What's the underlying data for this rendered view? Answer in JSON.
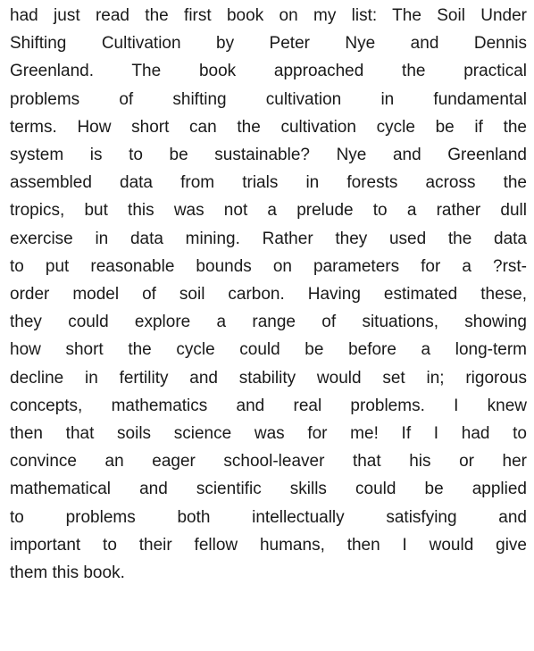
{
  "document": {
    "lines": [
      "had just read the first book on my list: The Soil Under",
      "Shifting Cultivation by Peter Nye and Dennis",
      "Greenland. The book approached the practical",
      "problems of shifting cultivation in fundamental",
      "terms. How short can the cultivation cycle be if the",
      "system is to be sustainable? Nye and Greenland",
      "assembled data from trials in forests across the",
      "tropics, but this was not a prelude to a rather dull",
      "exercise in data mining. Rather they used the data",
      "to put reasonable bounds on parameters for a ?rst-",
      "order model of soil carbon. Having estimated these,",
      "they could explore a range of situations, showing",
      "how short the cycle could be before a long-term",
      "decline in fertility and stability would set in; rigorous",
      "concepts, mathematics and real problems. I knew",
      "then that soils science was for me! If I had to",
      "convince an eager school-leaver that his or her",
      "mathematical and scientific skills could be applied",
      "to problems both intellectually satisfying and",
      "important to their fellow humans, then I would give",
      "them this book."
    ]
  }
}
